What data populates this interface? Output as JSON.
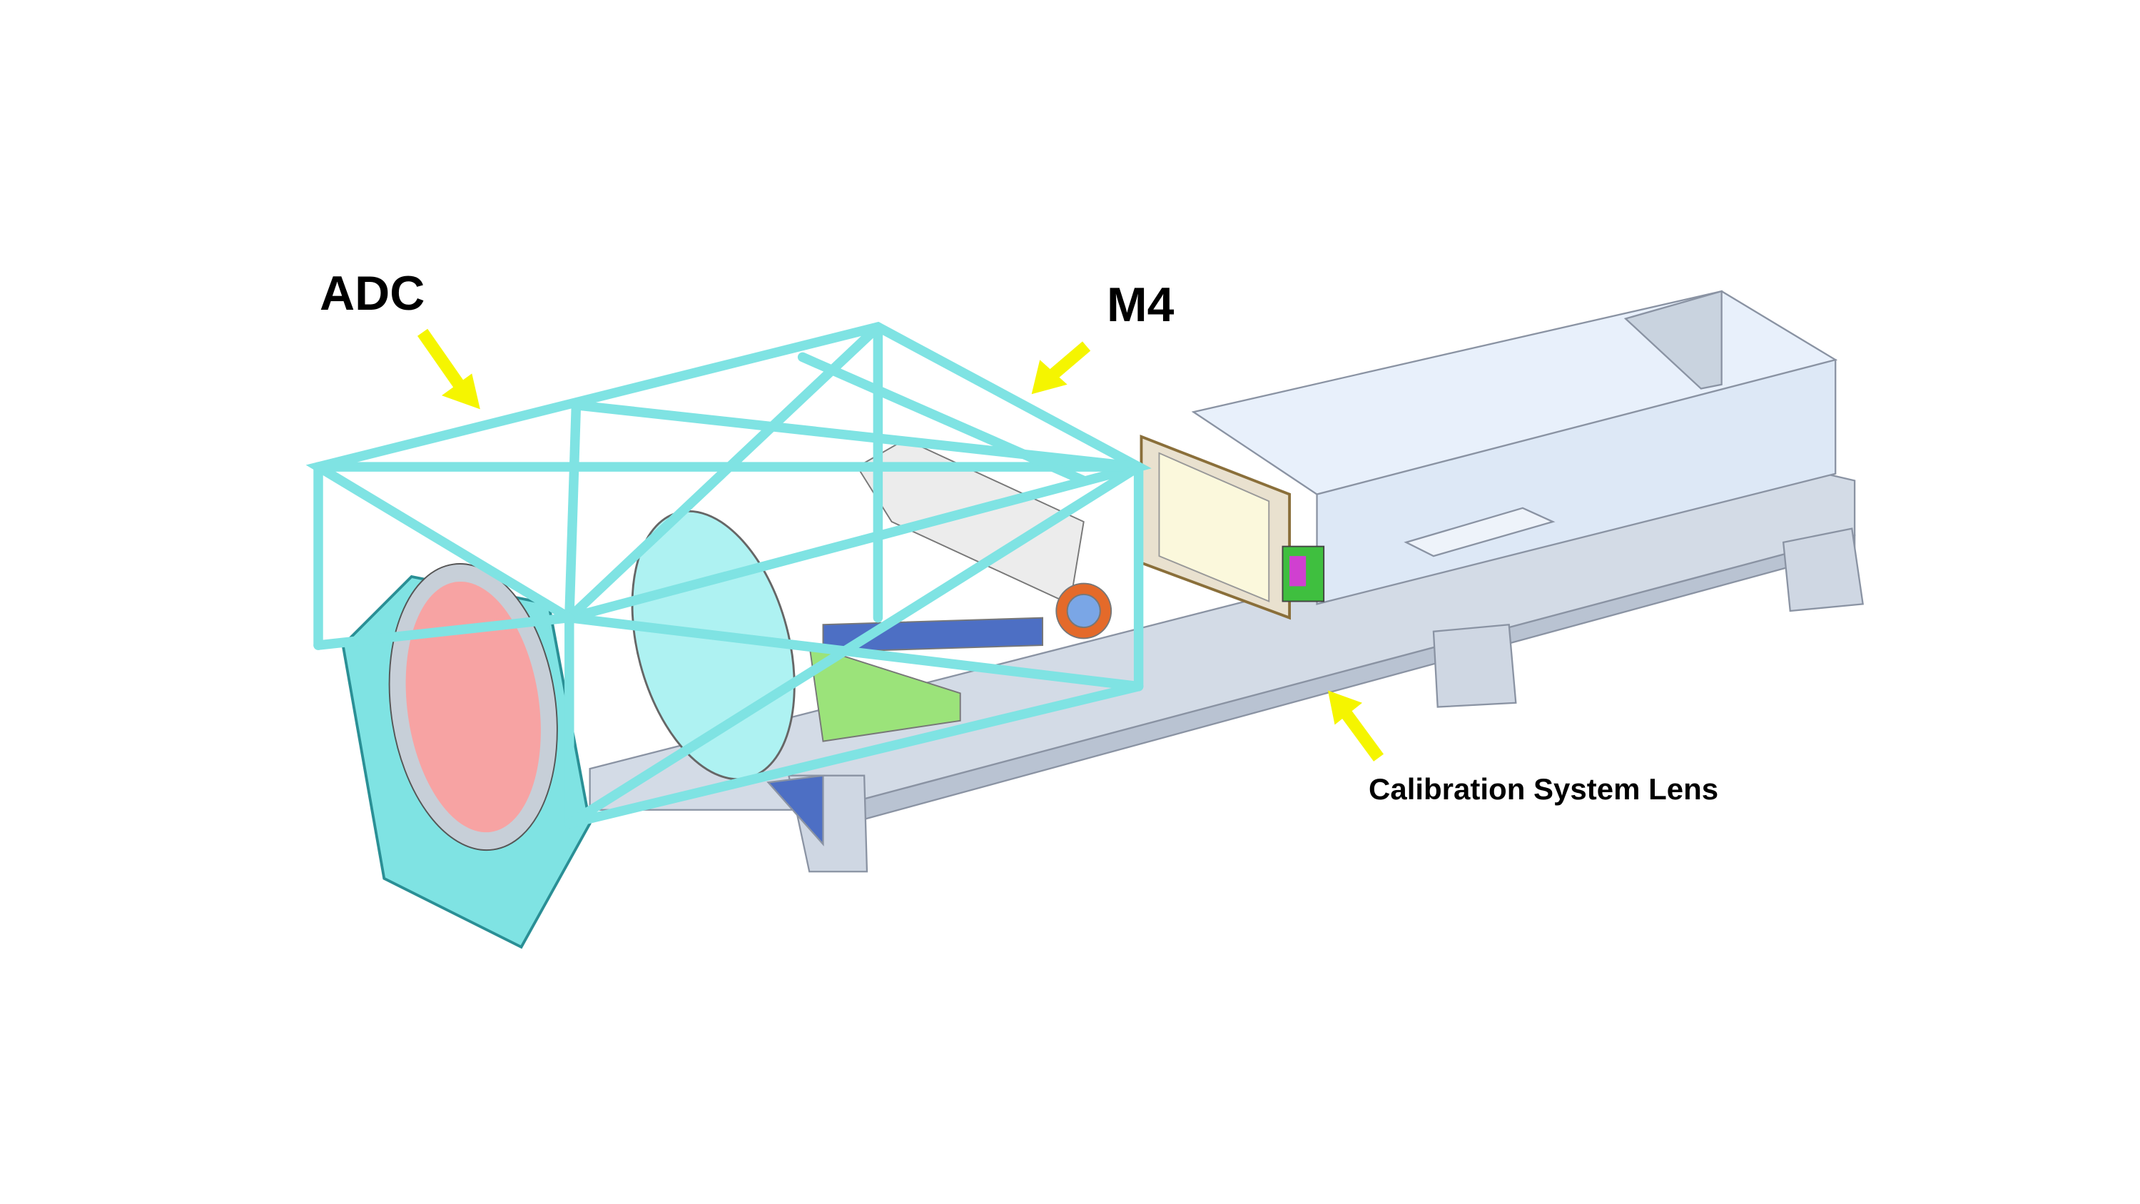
{
  "labels": {
    "adc": "ADC",
    "m4": "M4",
    "calibration_lens": "Calibration System Lens"
  },
  "colors": {
    "frame": "#7fe3e3",
    "frame_stroke": "#2a8f95",
    "base": "#d3dbe6",
    "enclosure": "#e2ecf8",
    "adc_lens": "#f7a3a3",
    "arrow": "#f5f500",
    "support_green": "#9be37a",
    "blue_panel": "#4d6fc4"
  }
}
